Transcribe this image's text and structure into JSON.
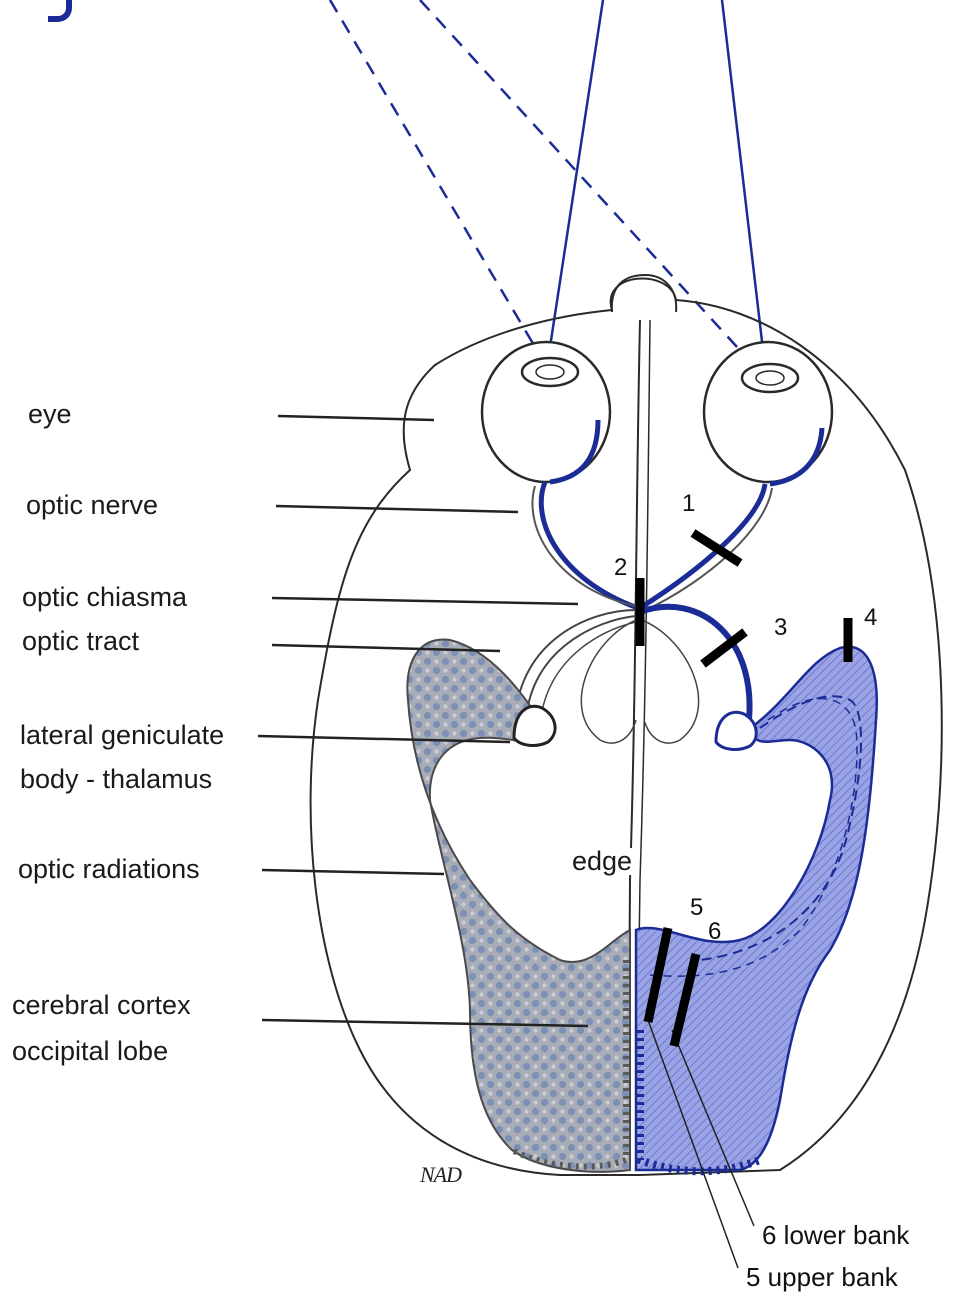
{
  "labels": {
    "eye": "eye",
    "optic_nerve": "optic nerve",
    "optic_chiasma": "optic chiasma",
    "optic_tract": "optic tract",
    "lgb_line1": "lateral geniculate",
    "lgb_line2": "body - thalamus",
    "optic_radiations": "optic radiations",
    "cortex_line1": "cerebral cortex",
    "cortex_line2": "occipital lobe",
    "edge": "edge",
    "lower_bank": "6 lower bank",
    "upper_bank": "5 upper bank"
  },
  "lesion_numbers": [
    "1",
    "2",
    "3",
    "4",
    "5",
    "6"
  ],
  "signature": "NAD",
  "colors": {
    "accent_blue": "#1c2c96",
    "blue_fill": "#8c96dc",
    "gray_fill": "#9aa0aa",
    "outline": "#2a2a2a"
  }
}
